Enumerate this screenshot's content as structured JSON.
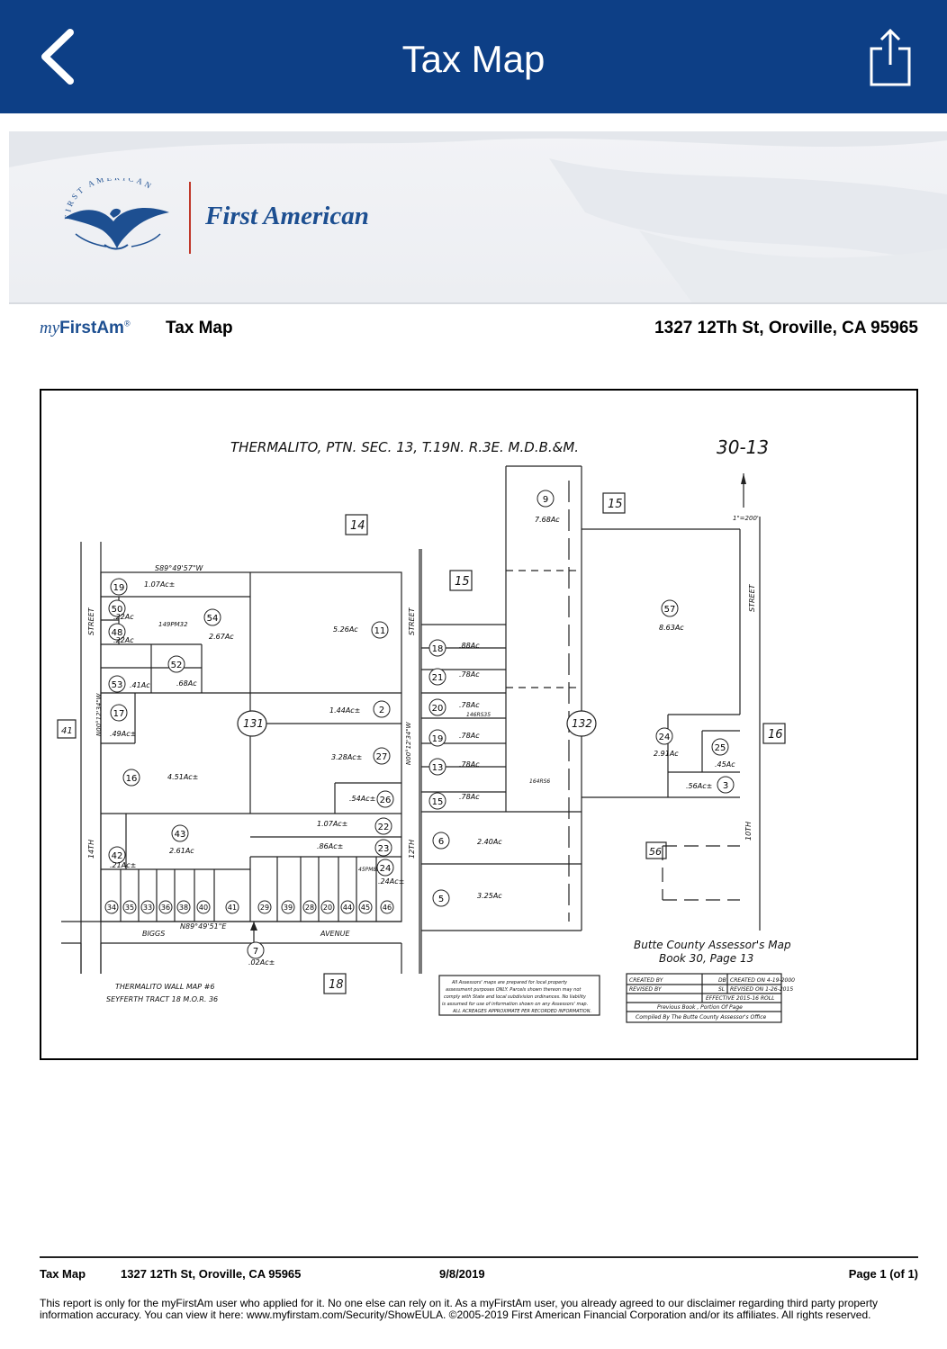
{
  "nav": {
    "title": "Tax Map",
    "back_icon": "chevron-left-icon",
    "share_icon": "share-icon"
  },
  "brand": {
    "logo_text": "First American",
    "seal_text": "FIRST AMERICAN",
    "myfirstam_prefix": "my",
    "myfirstam_name": "FirstAm",
    "myfirstam_mark": "®"
  },
  "report": {
    "title": "Tax Map",
    "address": "1327 12Th St, Oroville, CA 95965"
  },
  "map": {
    "heading": "THERMALITO,   PTN. SEC. 13,  T.19N.   R.3E.   M.D.B.&M.",
    "book_page": "30-13",
    "north_scale": "1\"=200'",
    "block_labels": [
      "14",
      "15",
      "15",
      "16",
      "41",
      "18",
      "56",
      "131",
      "132"
    ],
    "streets": [
      "14TH",
      "STREET",
      "12TH",
      "STREET",
      "10TH",
      "STREET",
      "BIGGS",
      "AVENUE"
    ],
    "parcels": [
      {
        "num": "19",
        "area": "1.07Ac±"
      },
      {
        "num": "50",
        "area": ".22Ac"
      },
      {
        "num": "48",
        "area": ".22Ac"
      },
      {
        "num": "54",
        "area": "2.67Ac"
      },
      {
        "num": "52",
        "area": ".68Ac"
      },
      {
        "num": "53",
        "area": ".41Ac"
      },
      {
        "num": "17",
        "area": ".49Ac±"
      },
      {
        "num": "16",
        "area": "4.51Ac±"
      },
      {
        "num": "43",
        "area": "2.61Ac"
      },
      {
        "num": "42",
        "area": ".21Ac±"
      },
      {
        "num": "11",
        "area": "5.26Ac"
      },
      {
        "num": "2",
        "area": "1.44Ac±"
      },
      {
        "num": "27",
        "area": "3.28Ac±"
      },
      {
        "num": "26",
        "area": ".54Ac±"
      },
      {
        "num": "22",
        "area": "1.07Ac±"
      },
      {
        "num": "23",
        "area": ".86Ac±"
      },
      {
        "num": "24",
        "area": ".24Ac±"
      },
      {
        "num": "18",
        "area": ".88Ac"
      },
      {
        "num": "21",
        "area": ".78Ac"
      },
      {
        "num": "20",
        "area": ".78Ac"
      },
      {
        "num": "19",
        "area": ".78Ac"
      },
      {
        "num": "13",
        "area": ".78Ac"
      },
      {
        "num": "15",
        "area": ".78Ac"
      },
      {
        "num": "6",
        "area": "2.40Ac"
      },
      {
        "num": "5",
        "area": "3.25Ac"
      },
      {
        "num": "9",
        "area": "7.68Ac"
      },
      {
        "num": "57",
        "area": "8.63Ac"
      },
      {
        "num": "24",
        "area": "2.91Ac"
      },
      {
        "num": "25",
        "area": ".45Ac"
      },
      {
        "num": "3",
        "area": ".56Ac±"
      },
      {
        "num": "7",
        "area": ".02Ac±"
      }
    ],
    "bottom_lots": [
      "34",
      "35",
      "33",
      "36",
      "38",
      "40",
      "41",
      "29",
      "39",
      "28",
      "20",
      "44",
      "45",
      "46"
    ],
    "bearings": [
      "S89°49'57\"W",
      "N89°49'51\"E",
      "N00°12'34\"W",
      "N00°12'34\"W"
    ],
    "refs": [
      "149PM32",
      "146RS35",
      "164RS6",
      "45PM89"
    ],
    "wall_map": [
      "THERMALITO  WALL MAP #6",
      "SEYFERTH TRACT  18 M.O.R. 36"
    ],
    "assessor_title": [
      "Butte County Assessor's Map",
      "Book 30, Page 13"
    ],
    "notice": [
      "All Assessors' maps are prepared for local property",
      "assessment purposes ONLY. Parcels shown thereon may not",
      "comply with State and local subdivision ordinances. No liability",
      "is assumed for use of information shown on any Assessors' map.",
      "ALL ACREAGES APPROXIMATE PER RECORDED INFORMATION."
    ],
    "record_box": {
      "created_by": "CREATED BY",
      "created_init": "DB",
      "created_on": "CREATED ON   4-19-2000",
      "revised_by": "REVISED BY",
      "revised_init": "SL",
      "revised_on": "REVISED ON   1-26-2015",
      "effective": "EFFECTIVE  2015-16  ROLL",
      "previous": "Previous Book , Portion Of Page",
      "compiled": "Compiled By The Butte County Assessor's Office"
    }
  },
  "footer": {
    "title": "Tax Map",
    "address": "1327 12Th St, Oroville, CA 95965",
    "date": "9/8/2019",
    "page": "Page 1 (of 1)",
    "disclaimer": "This report is only for the myFirstAm user who applied for it. No one else can rely on it. As a myFirstAm user, you already agreed to our disclaimer regarding third party property information accuracy. You can view it here: www.myfirstam.com/Security/ShowEULA. ©2005-2019 First American Financial Corporation and/or its affiliates. All rights reserved."
  },
  "colors": {
    "nav_bg": "#0d3f86",
    "brand_blue": "#1d4f91",
    "divider_red": "#c0392b"
  }
}
